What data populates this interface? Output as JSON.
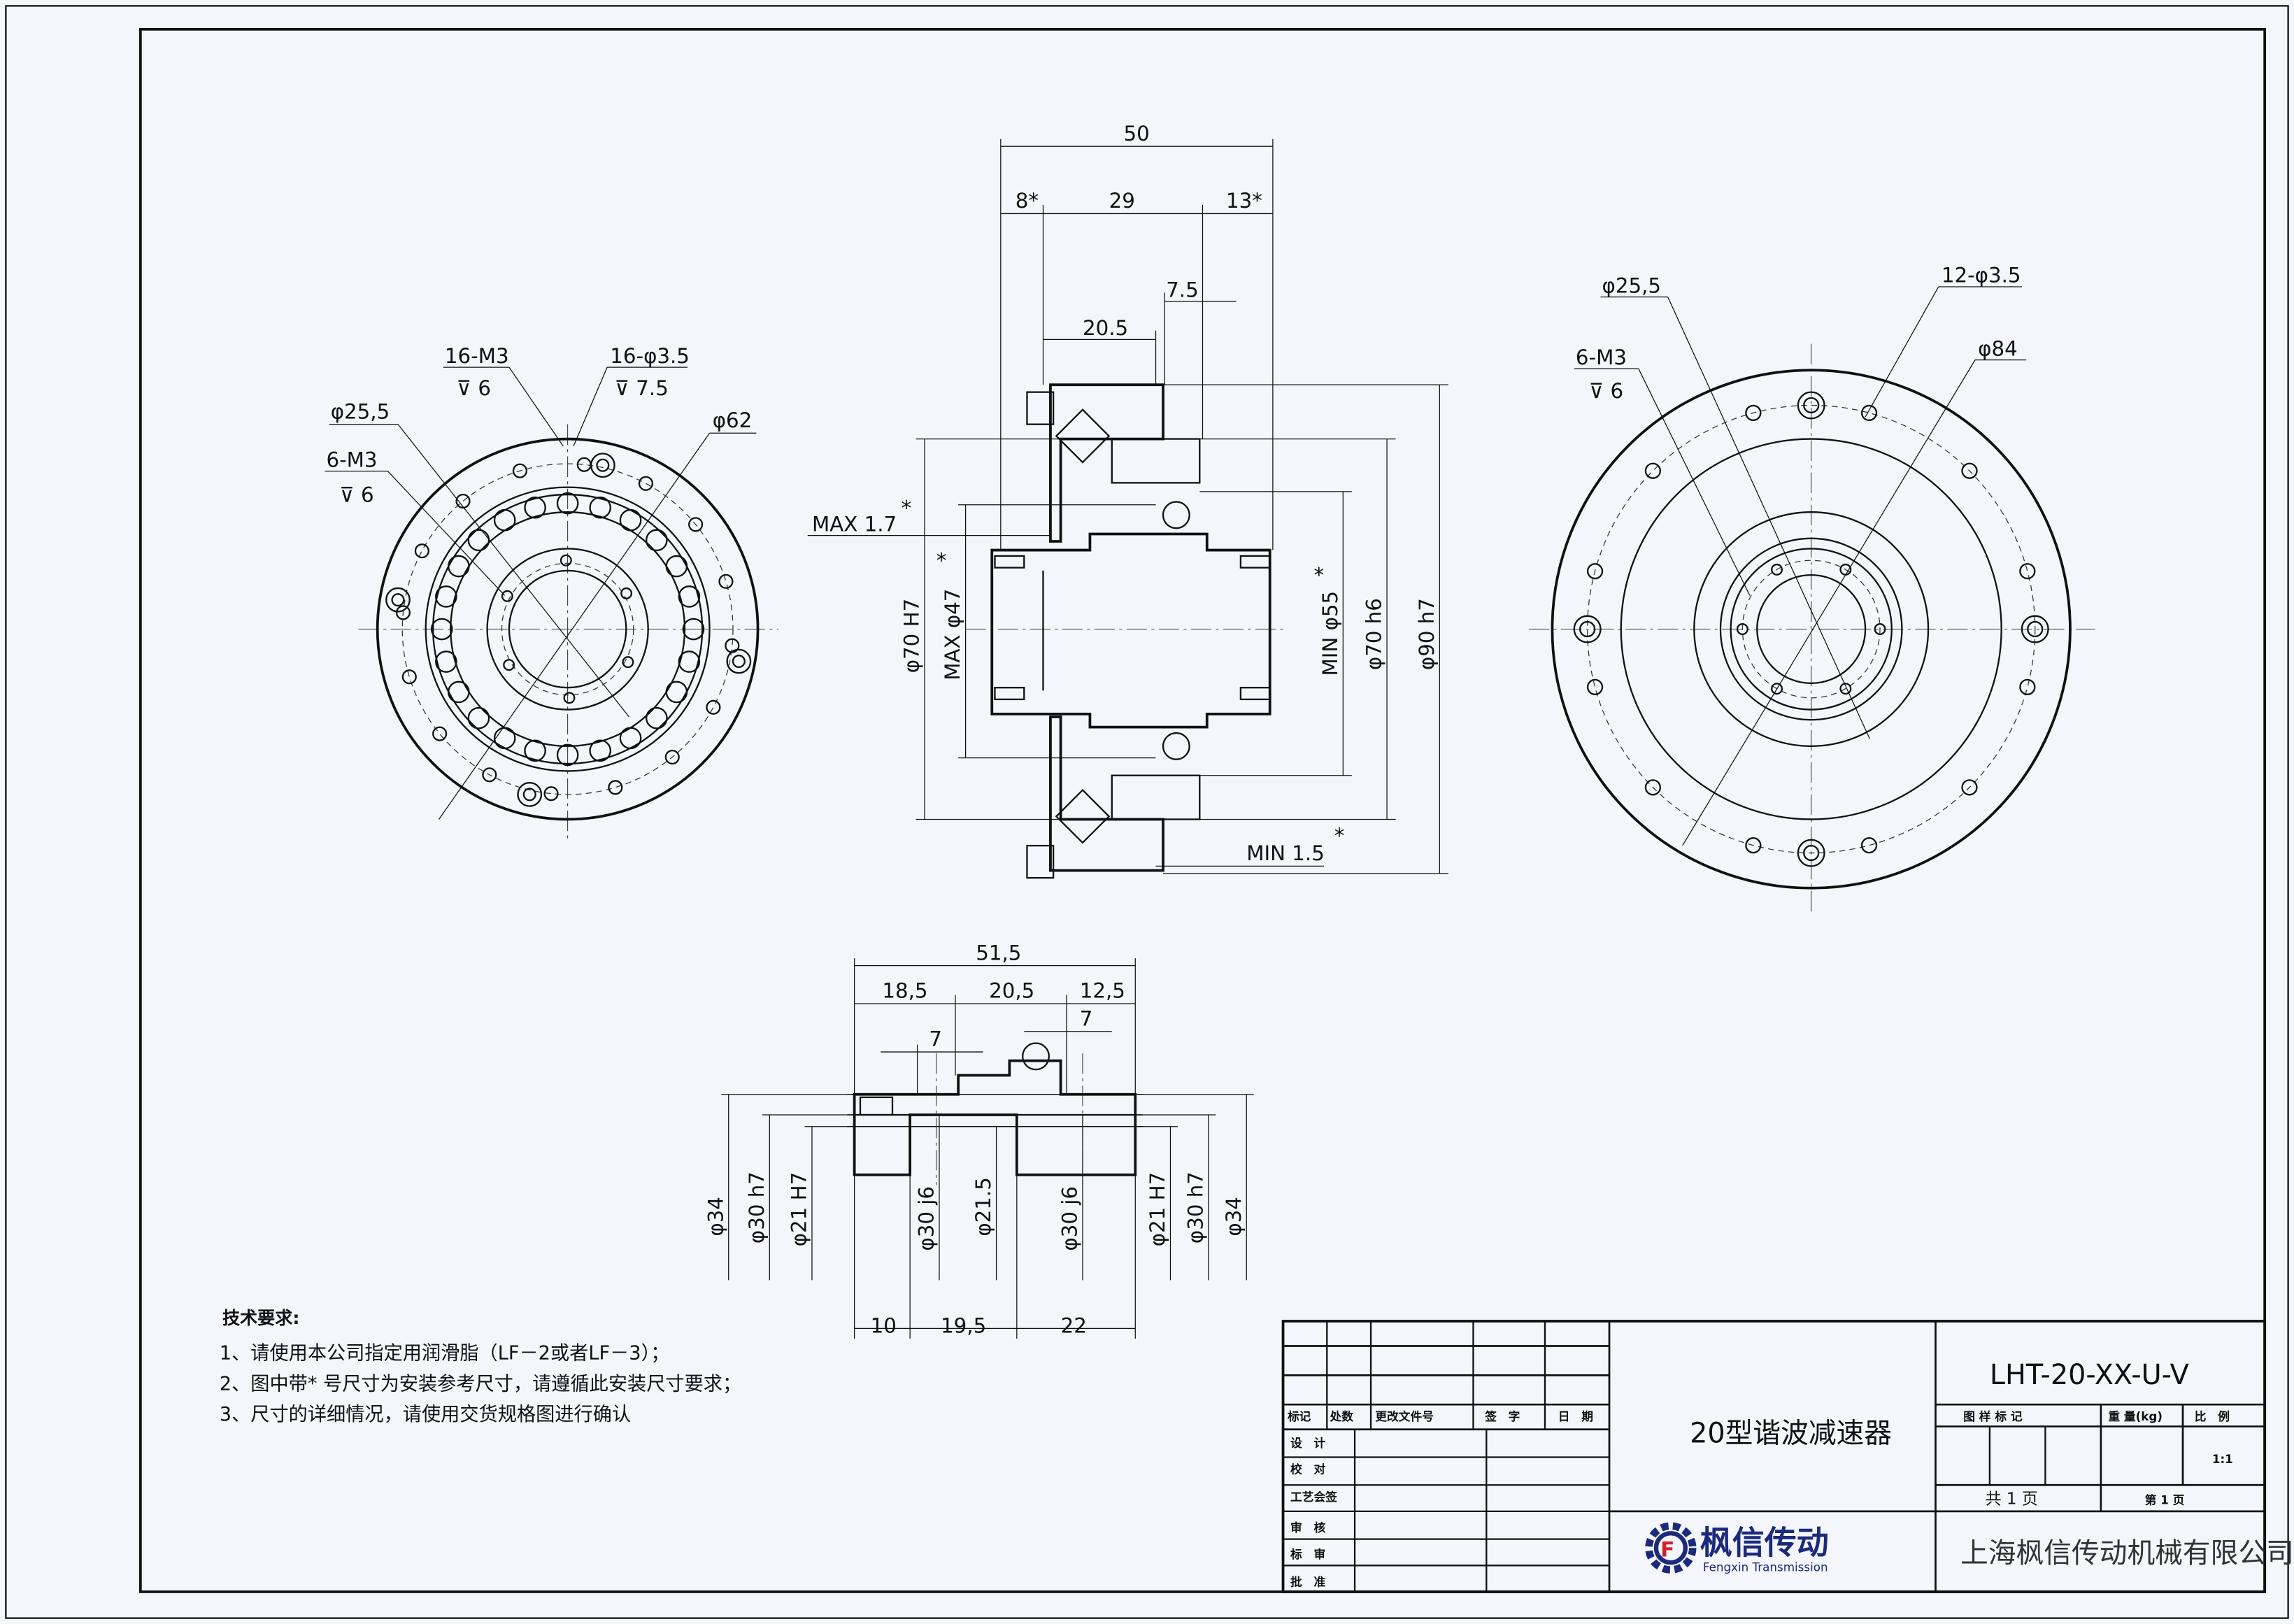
{
  "dims": {
    "top50": "50",
    "d8": "8*",
    "d29": "29",
    "d13": "13*",
    "d7_5": "7.5",
    "d20_5": "20.5",
    "max17": "MAX 1.7",
    "star": "*",
    "phi70H7": "φ70 H7",
    "max47": "MAX φ47",
    "min55": "MIN φ55",
    "phi70h6": "φ70 h6",
    "phi90h7": "φ90 h7",
    "min15": "MIN 1.5",
    "l_16M3": "16-M3",
    "l_depth6": "⊽ 6",
    "l_16phi35": "16-φ3.5",
    "l_depth75": "⊽ 7.5",
    "l_phi255": "φ25,5",
    "l_6M3": "6-M3",
    "l_depth6b": "⊽ 6",
    "l_phi62": "φ62",
    "r_phi255": "φ25,5",
    "r_12phi35": "12-φ3.5",
    "r_6M3": "6-M3",
    "r_depth6": "⊽ 6",
    "r_phi84": "φ84",
    "b51_5": "51,5",
    "b18_5": "18,5",
    "b20_5": "20,5",
    "b12_5": "12,5",
    "b7a": "7",
    "b7b": "7",
    "b_phi34": "φ34",
    "b_phi30h7": "φ30 h7",
    "b_phi21H7": "φ21 H7",
    "b_phi30j6": "φ30 j6",
    "b_phi215": "φ21.5",
    "b_phi30j6b": "φ30 j6",
    "b_phi21H7b": "φ21 H7",
    "b_phi30h7b": "φ30 h7",
    "b_phi34b": "φ34",
    "b10": "10",
    "b19_5": "19,5",
    "b22": "22"
  },
  "notes": {
    "title": "技术要求:",
    "items": [
      "1、请使用本公司指定用润滑脂（LF－2或者LF－3）；",
      "2、图中带* 号尺寸为安装参考尺寸，请遵循此安装尺寸要求；",
      "3、尺寸的详细情况，请使用交货规格图进行确认"
    ]
  },
  "title_block": {
    "revision_headers": [
      "标记",
      "处数",
      "更改文件号",
      "签　字",
      "日　期"
    ],
    "roles": [
      "设　计",
      "校　对",
      "工艺会签",
      "审　核",
      "标　审",
      "批　准"
    ],
    "product_name": "20型谐波减速器",
    "drawing_number": "LHT-20-XX-U-V",
    "stage_label": "图 样 标 记",
    "weight_label": "重 量(kg)",
    "scale_label": "比　例",
    "scale": "1:1",
    "total_sheets": "共 1 页",
    "sheet_no": "第 1 页",
    "logo_cn": "枫信传动",
    "logo_en": "Fengxin Transmission",
    "company": "上海枫信传动机械有限公司"
  },
  "colors": {
    "logo_blue": "#1b2a7a",
    "logo_red": "#d0202a"
  }
}
